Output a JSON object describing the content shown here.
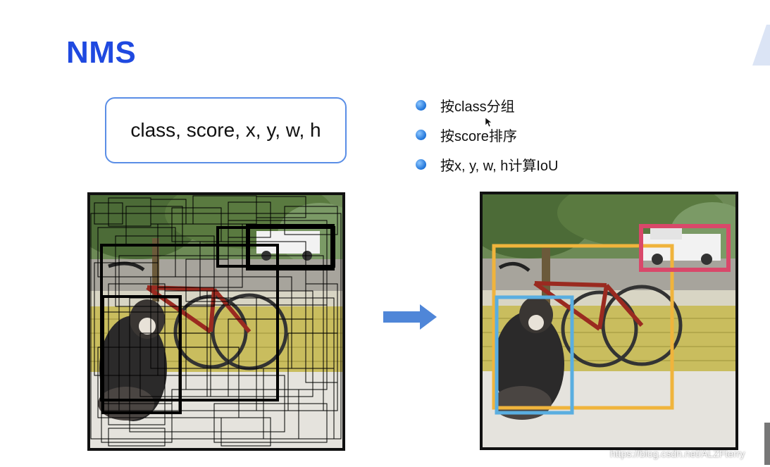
{
  "slide": {
    "title": "NMS",
    "fields_box_text": "class, score, x, y, w, h",
    "bullets": [
      {
        "text": "按class分组"
      },
      {
        "text": "按score排序"
      },
      {
        "text": "按x, y, w, h计算IoU"
      }
    ],
    "watermark": "https://blog.csdn.net/ALZFterry"
  },
  "colors": {
    "title": "#1f49e0",
    "box_border": "#5a8ee6",
    "bullet": "#1e73d8",
    "arrow": "#4f86d8",
    "bicycle_box": "#f0b43c",
    "dog_box": "#5aaee0",
    "car_box": "#d9486a"
  },
  "icons": {
    "arrow": "right-arrow-icon",
    "bullet": "bullet-dot-icon"
  }
}
